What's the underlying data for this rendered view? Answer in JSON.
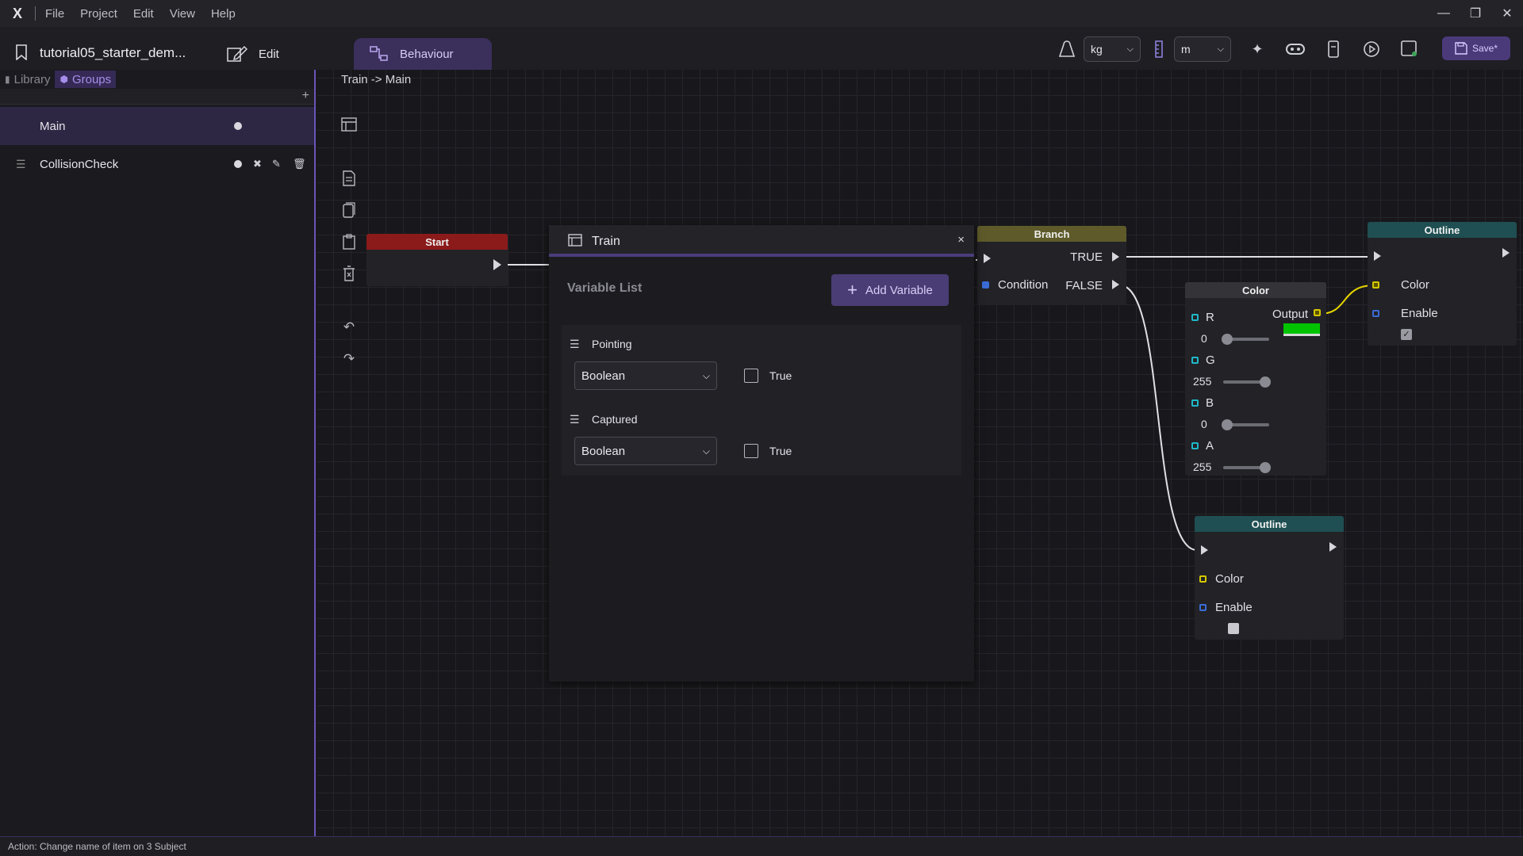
{
  "menubar": {
    "logo": "X",
    "items": [
      "File",
      "Project",
      "Edit",
      "View",
      "Help"
    ]
  },
  "toolbar": {
    "project_title": "tutorial05_starter_dem...",
    "edit_label": "Edit",
    "behaviour_tab": "Behaviour",
    "mass_unit": "kg",
    "length_unit": "m",
    "save_label": "Save*"
  },
  "sidebar": {
    "tabs": [
      "Library",
      "Groups"
    ],
    "add_label": "+",
    "groups": [
      "Main",
      "CollisionCheck"
    ]
  },
  "canvas": {
    "breadcrumb": "Train -> Main"
  },
  "nodes": {
    "start": {
      "title": "Start"
    },
    "branch": {
      "title": "Branch",
      "true_label": "TRUE",
      "false_label": "FALSE",
      "condition_label": "Condition"
    },
    "color": {
      "title": "Color",
      "r_label": "R",
      "r_value": "0",
      "g_label": "G",
      "g_value": "255",
      "b_label": "B",
      "b_value": "0",
      "a_label": "A",
      "a_value": "255",
      "output_label": "Output",
      "swatch_color": "#00c400"
    },
    "outline_top": {
      "title": "Outline",
      "color_label": "Color",
      "enable_label": "Enable"
    },
    "outline_bottom": {
      "title": "Outline",
      "color_label": "Color",
      "enable_label": "Enable"
    }
  },
  "panel": {
    "title": "Train",
    "close": "×",
    "variable_list_title": "Variable List",
    "add_variable_label": "Add Variable",
    "variables": [
      {
        "name": "Pointing",
        "type": "Boolean",
        "value_label": "True"
      },
      {
        "name": "Captured",
        "type": "Boolean",
        "value_label": "True"
      }
    ]
  },
  "statusbar": {
    "text": "Action: Change name of item on 3 Subject"
  },
  "colors": {
    "accent": "#6b55b8",
    "start_header": "#8b1a1a",
    "branch_header": "#5e5a2a",
    "outline_header": "#1f4f52",
    "color_header": "#333338"
  }
}
